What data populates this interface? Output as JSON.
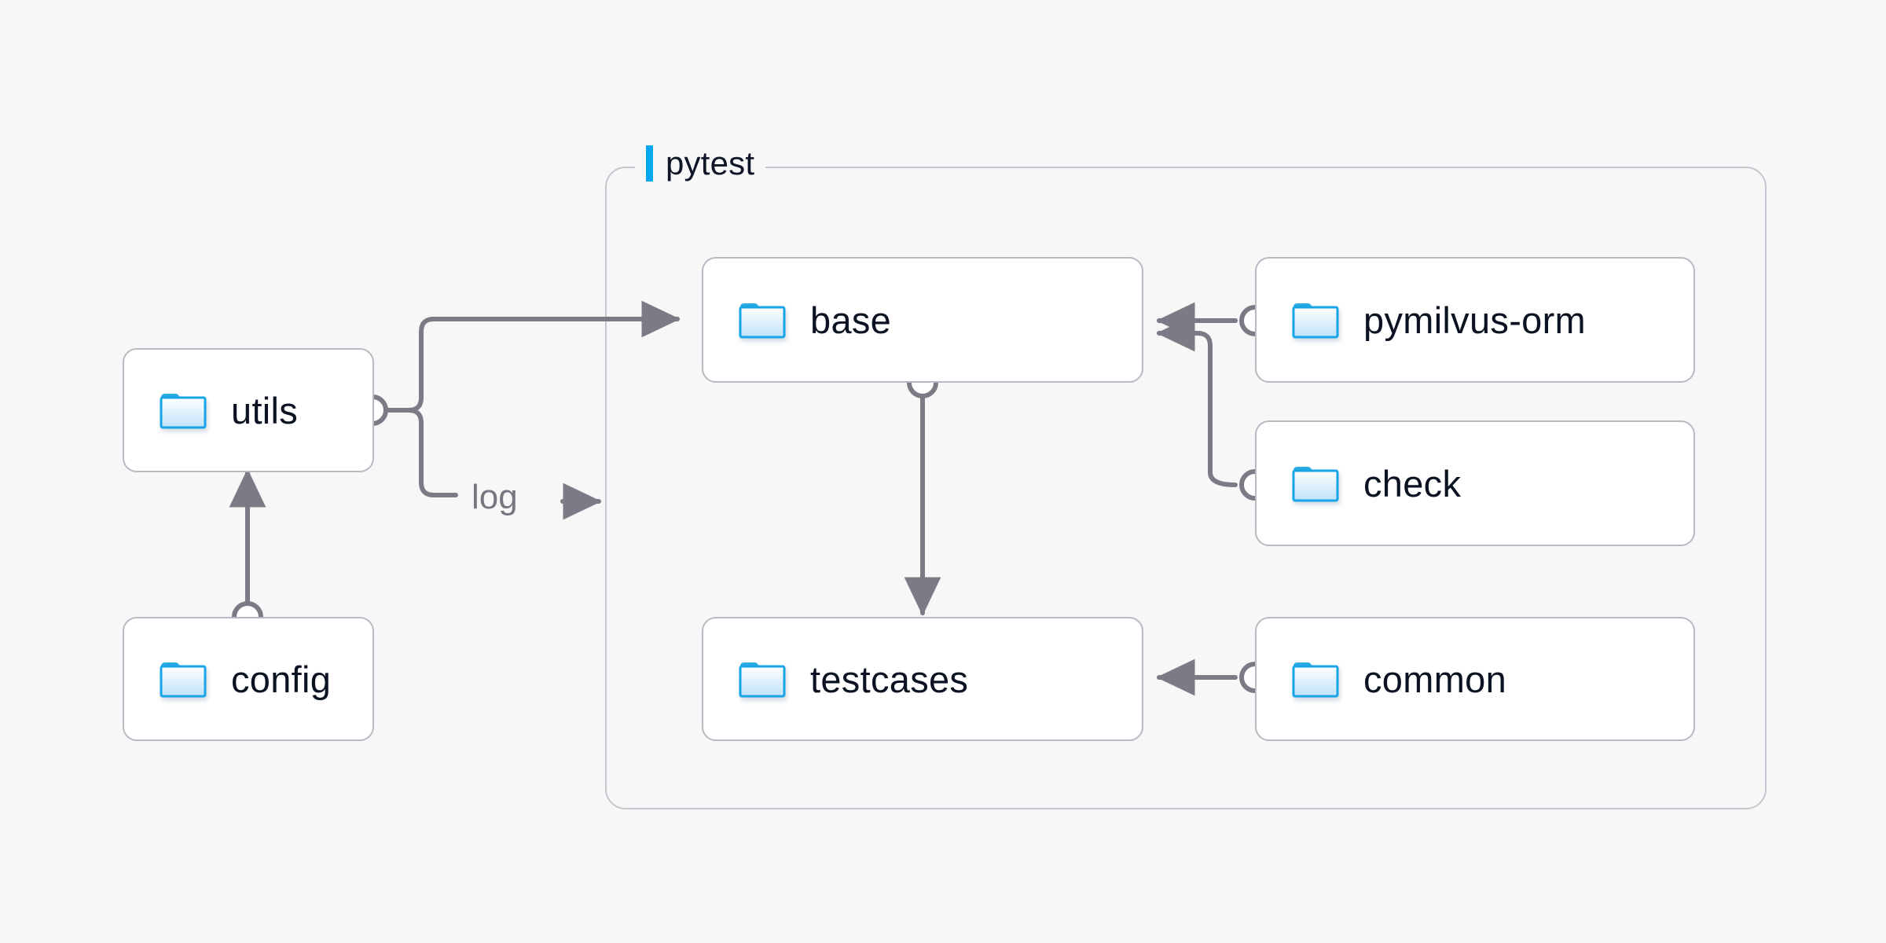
{
  "canvas": {
    "background": "#f7f7f7",
    "accent": "#00a8f0",
    "edge_color": "#7b7b86",
    "node_border": "#b9b9c4",
    "group_border": "#c6c6d0",
    "text_color": "#0b1222"
  },
  "group": {
    "title": "pytest",
    "accent_color": "#00a8f0"
  },
  "nodes": [
    {
      "id": "utils",
      "label": "utils",
      "icon": "folder-icon"
    },
    {
      "id": "config",
      "label": "config",
      "icon": "folder-icon"
    },
    {
      "id": "base",
      "label": "base",
      "icon": "folder-icon"
    },
    {
      "id": "testcases",
      "label": "testcases",
      "icon": "folder-icon"
    },
    {
      "id": "pymilvus-orm",
      "label": "pymilvus-orm",
      "icon": "folder-icon"
    },
    {
      "id": "check",
      "label": "check",
      "icon": "folder-icon"
    },
    {
      "id": "common",
      "label": "common",
      "icon": "folder-icon"
    }
  ],
  "edges": [
    {
      "from": "config",
      "to": "utils",
      "label": ""
    },
    {
      "from": "utils",
      "to": "base",
      "label": ""
    },
    {
      "from": "utils",
      "to": "pytest",
      "label": "log"
    },
    {
      "from": "base",
      "to": "testcases",
      "label": ""
    },
    {
      "from": "pymilvus-orm",
      "to": "base",
      "label": ""
    },
    {
      "from": "check",
      "to": "base",
      "label": ""
    },
    {
      "from": "common",
      "to": "testcases",
      "label": ""
    }
  ],
  "edge_labels": {
    "log": "log",
    "log_arrow": "→"
  }
}
